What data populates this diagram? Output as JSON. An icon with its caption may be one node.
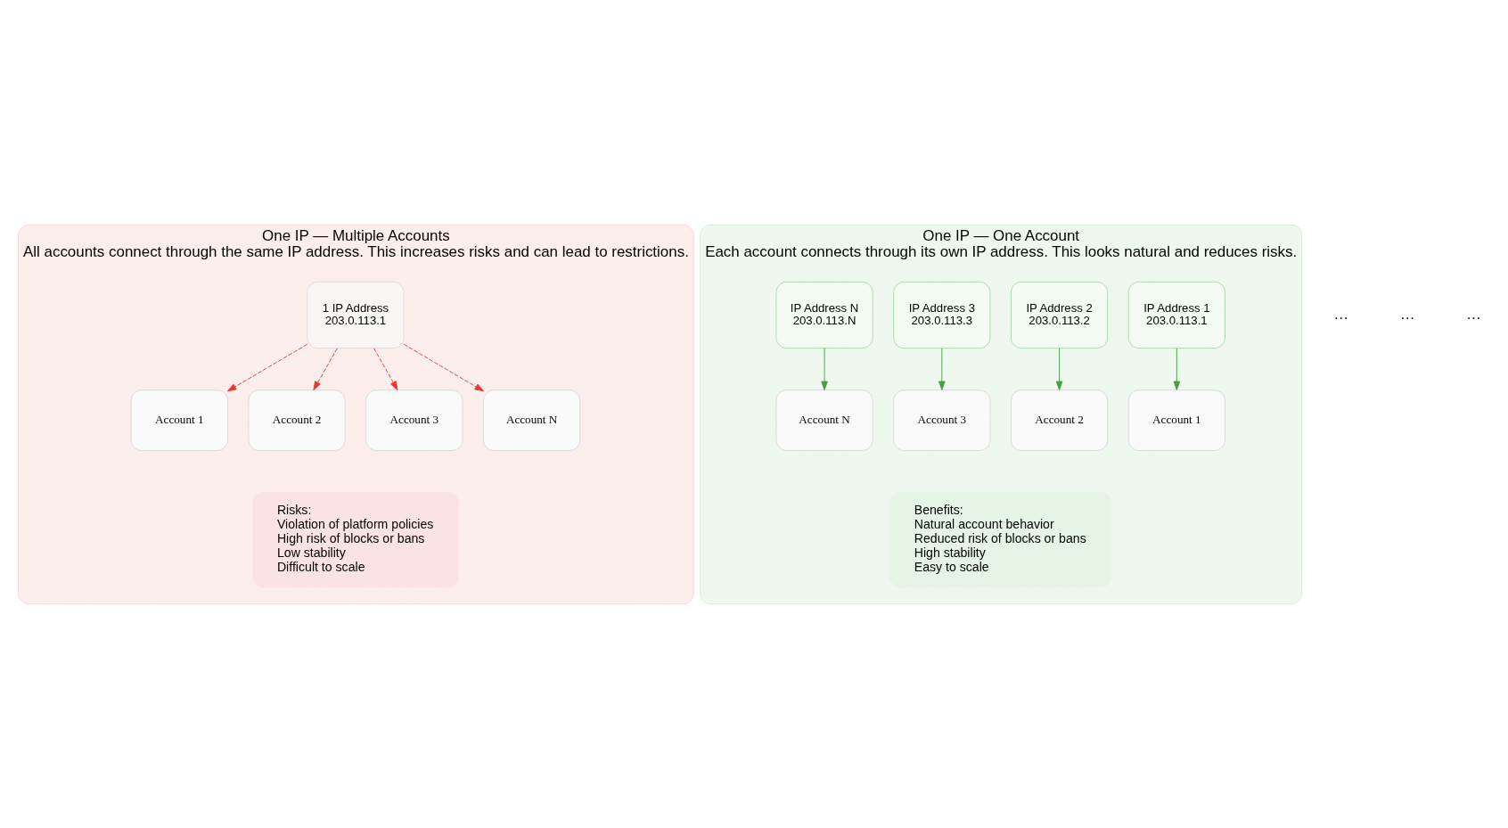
{
  "diagram": {
    "nodes": [
      {
        "text": [
          "One IP — Multiple Accounts",
          "All accounts connect through the same IP address. This increases risks and can lead to restrictions."
        ]
      },
      {
        "text": [
          "1 IP Address",
          "203.0.113.1"
        ],
        "in": 0
      },
      {
        "text": [
          "Account 1"
        ],
        "in": 0
      },
      {
        "text": [
          "Account 2"
        ],
        "in": 0
      },
      {
        "text": [
          "Account 3"
        ],
        "in": 0
      },
      {
        "text": [
          "Account N"
        ],
        "in": 0
      },
      {
        "text": [
          "Risks:",
          "Violation of platform policies",
          "High risk of blocks or bans",
          "Low stability",
          "Difficult to scale"
        ],
        "in": 0
      },
      {
        "text": [
          "One IP — One Account",
          "Each account connects through its own IP address. This looks natural and reduces risks."
        ]
      },
      {
        "text": [
          "IP Address 1",
          "203.0.113.1"
        ],
        "in": 7
      },
      {
        "text": [
          "IP Address 2",
          "203.0.113.2"
        ],
        "in": 7
      },
      {
        "text": [
          "IP Address 3",
          "203.0.113.3"
        ],
        "in": 7
      },
      {
        "text": [
          "IP Address N",
          "203.0.113.N"
        ],
        "in": 7
      },
      {
        "text": [
          "Account 1"
        ],
        "in": 7
      },
      {
        "text": [
          "Account 2"
        ],
        "in": 7
      },
      {
        "text": [
          "Account 3"
        ],
        "in": 7
      },
      {
        "text": [
          "Account N"
        ],
        "in": 7
      },
      {
        "text": [
          "Benefits:",
          "Natural account behavior",
          "Reduced risk of blocks or bans",
          "High stability",
          "Easy to scale"
        ],
        "in": 7
      }
    ],
    "edges": [
      {
        "from": 1,
        "to": 2,
        "arrow": "to",
        "style": "dashed",
        "color": "#e53935"
      },
      {
        "from": 1,
        "to": 3,
        "arrow": "to",
        "style": "dashed",
        "color": "#e53935"
      },
      {
        "from": 1,
        "to": 4,
        "arrow": "to",
        "style": "dashed",
        "color": "#e53935"
      },
      {
        "from": 1,
        "to": 5,
        "arrow": "to",
        "style": "dashed",
        "color": "#e53935"
      },
      {
        "from": 8,
        "to": 12,
        "arrow": "to",
        "color": "#43a047"
      },
      {
        "from": 9,
        "to": 13,
        "arrow": "to",
        "color": "#43a047"
      },
      {
        "from": 10,
        "to": 14,
        "arrow": "to",
        "color": "#43a047"
      },
      {
        "from": 11,
        "to": 15,
        "arrow": "to",
        "color": "#43a047"
      }
    ],
    "labels": [
      "…",
      "…",
      "…"
    ]
  }
}
